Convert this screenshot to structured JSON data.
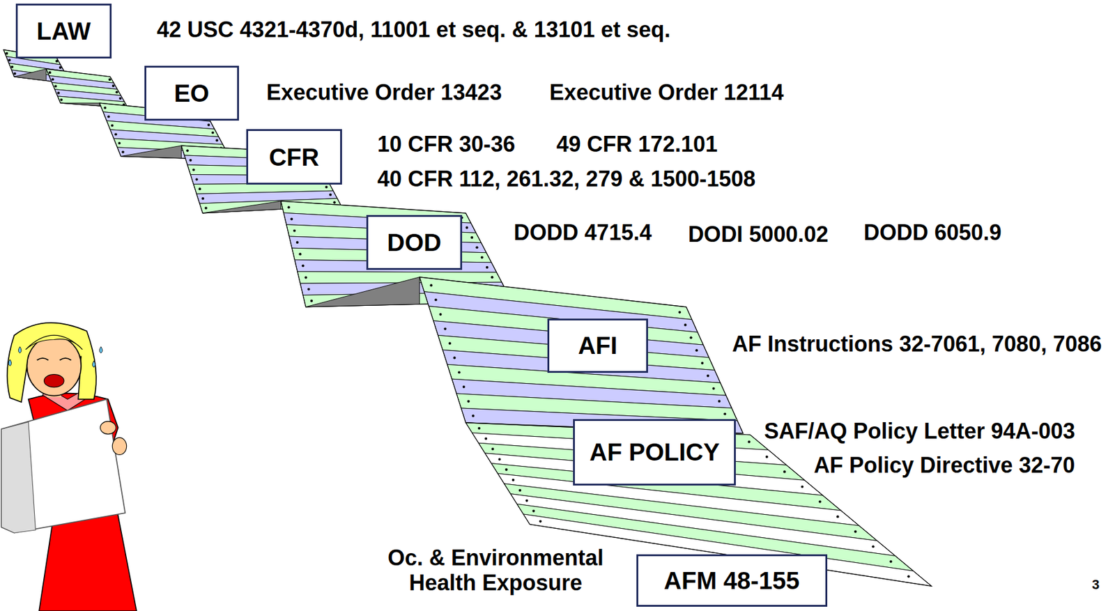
{
  "diagram": {
    "nodes": [
      {
        "text": [
          "LAW"
        ]
      },
      {
        "text": [
          "EO"
        ]
      },
      {
        "text": [
          "CFR"
        ]
      },
      {
        "text": [
          "DOD"
        ]
      },
      {
        "text": [
          "AFI"
        ]
      },
      {
        "text": [
          "AF POLICY"
        ]
      },
      {
        "text": [
          "AFM 48-155"
        ]
      }
    ],
    "labels": [
      "42 USC 4321-4370d, 11001 et seq. & 13101 et seq.",
      "Executive Order 13423",
      "Executive Order 12114",
      "10 CFR 30-36",
      "49 CFR 172.101",
      "40 CFR 112, 261.32, 279 & 1500-1508",
      "DODD 4715.4",
      "DODI 5000.02",
      "DODD 6050.9",
      "AF Instructions 32-7061, 7080, 7086",
      "SAF/AQ Policy Letter 94A-003",
      "AF Policy Directive 32-70",
      "Oc. & Environmental Health Exposure",
      "3"
    ]
  }
}
